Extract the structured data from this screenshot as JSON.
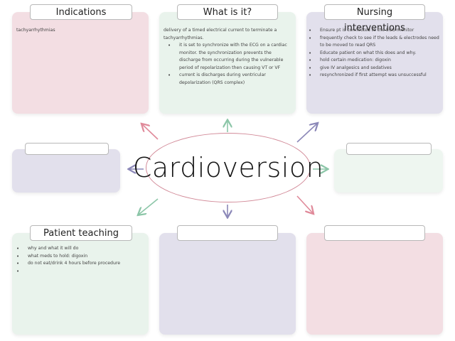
{
  "title": "Cardioversion",
  "cards": {
    "indications": {
      "header": "Indications",
      "text": "tachyarrhythmias"
    },
    "what_is_it": {
      "header": "What is it?",
      "intro": "delivery of a timed electrical current to terminate a tachyarrhythmias.",
      "bullets": [
        "it is set to synchronize with the ECG on a cardiac monitor. the synchronization prevents the discharge from occurring during the vulnerable period of repolarization then causing VT or VF",
        "current is discharges during ventricular depolarization (QRS complex)"
      ]
    },
    "nursing_interventions": {
      "header": "Nursing interventions",
      "bullets": [
        "Ensure pt is connected to the ECG monitor",
        "frequently check to see if the leads & electrodes need to be moved to read QRS",
        "Educate patient on what this does and why.",
        "hold certain medication: digoxin",
        "give IV analgesics and sedatives",
        "resynchronized if first attempt was unsuccessful"
      ]
    },
    "patient_teaching": {
      "header": "Patient teaching",
      "bullets": [
        "why and what it will do",
        "what meds to hold: digoxin",
        "do not eat/drink 4 hours before procedure",
        ""
      ]
    },
    "left_mid": {
      "header": ""
    },
    "right_mid": {
      "header": ""
    },
    "bottom_mid": {
      "header": ""
    },
    "bottom_right": {
      "header": ""
    }
  },
  "colors": {
    "pink": "#f3dee3",
    "mint": "#e9f3ec",
    "lavender": "#e2e0ec",
    "arrow_pink": "#e08a9a",
    "arrow_mint": "#8cc6a8",
    "arrow_lavender": "#8c88b8",
    "oval_border": "#d28a98"
  }
}
